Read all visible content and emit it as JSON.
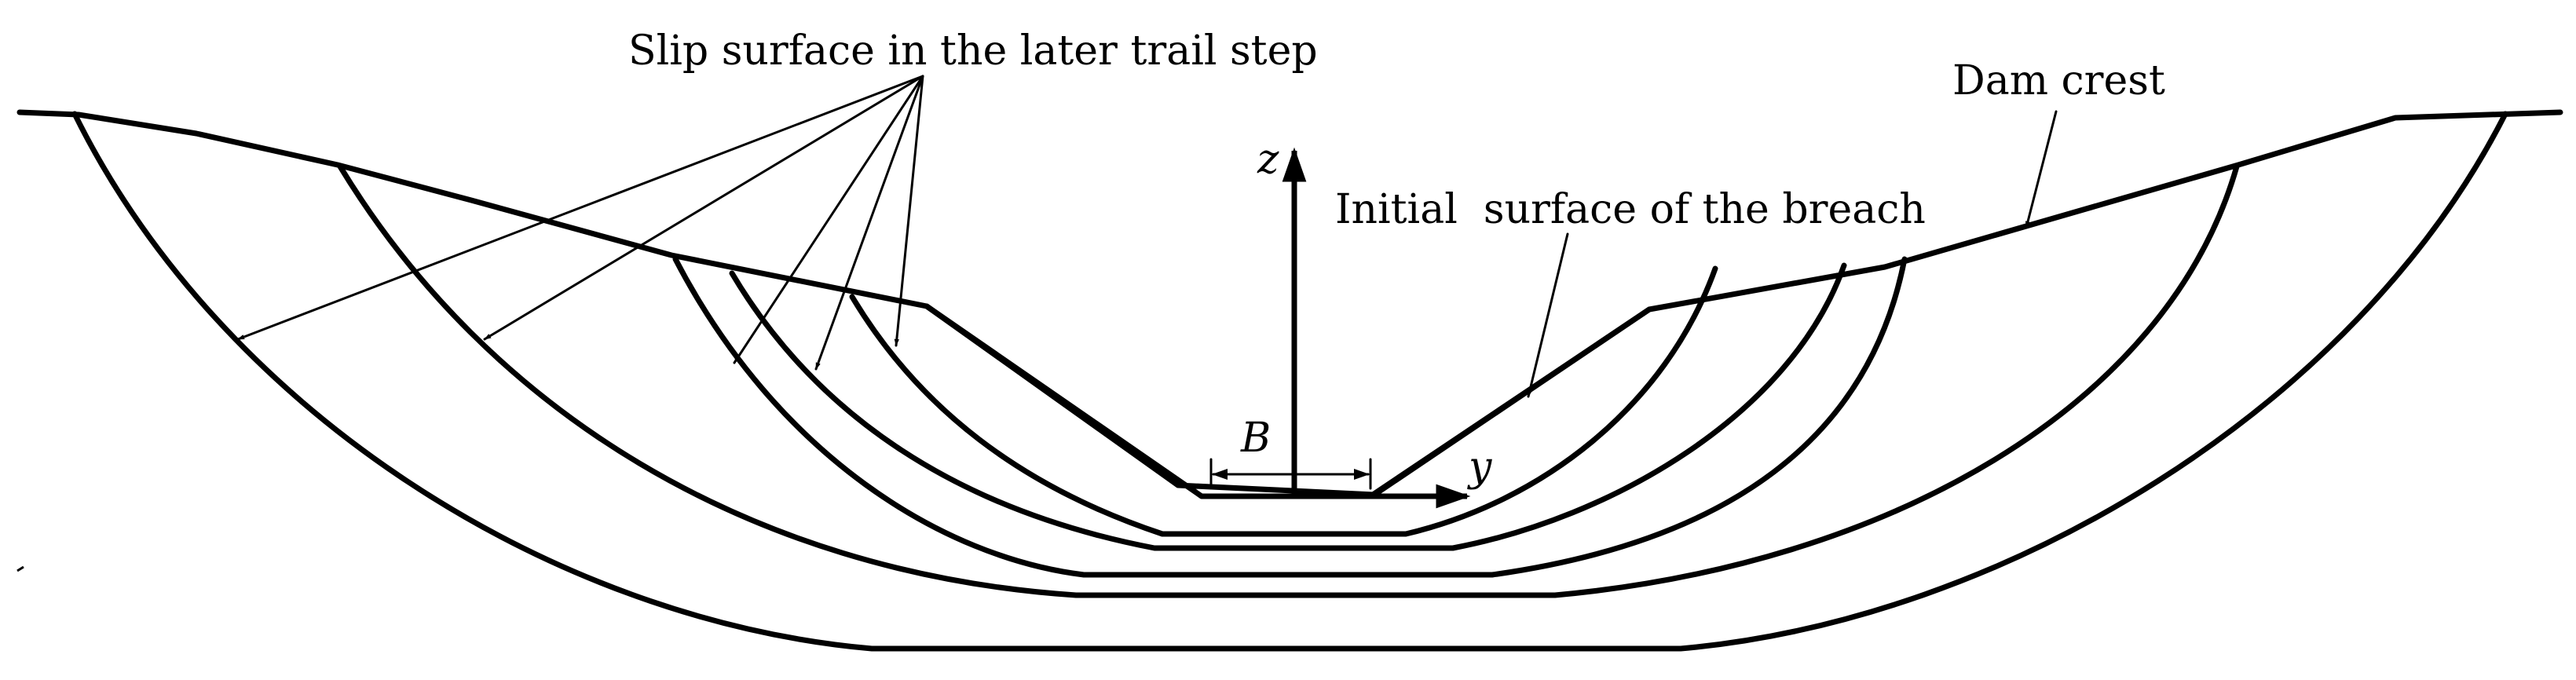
{
  "labels": {
    "slip_surface": "Slip surface in the later trail step",
    "dam_crest": "Dam crest",
    "initial_surface": "Initial  surface of the breach",
    "axis_z": "z",
    "axis_y": "y",
    "width_b": "B"
  },
  "colors": {
    "ink": "#000000",
    "background": "#ffffff"
  }
}
